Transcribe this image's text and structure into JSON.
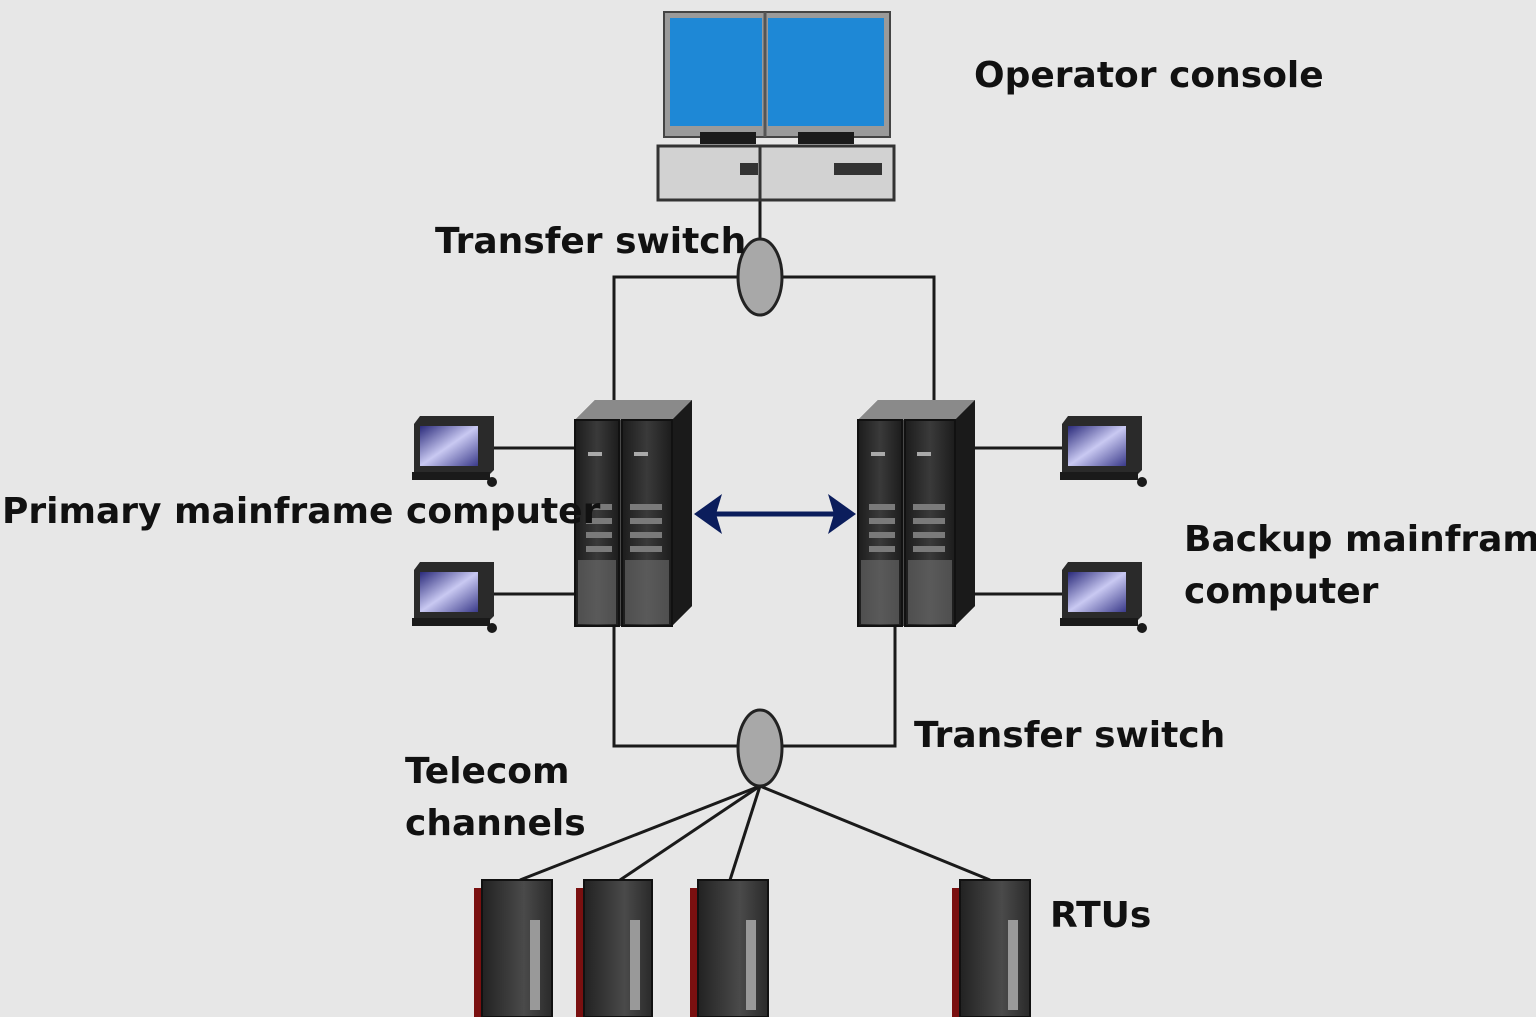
{
  "labels": {
    "operator_console": "Operator console",
    "transfer_switch_top": "Transfer switch",
    "primary_mainframe": "Primary mainframe computer",
    "backup_mainframe_line1": "Backup mainframe",
    "backup_mainframe_line2": "computer",
    "transfer_switch_bottom": "Transfer switch",
    "telecom_line1": "Telecom",
    "telecom_line2": "channels",
    "rtus": "RTUs"
  },
  "colors": {
    "background": "#e7e7e7",
    "screen_blue": "#1e88d6",
    "switch_fill": "#a8a8a8",
    "line": "#1a1a1a",
    "sync_arrow": "#0b1d5c",
    "server_body": "#2b2b2b",
    "rtu_accent": "#7a1010"
  },
  "icons": [
    "monitor-icon",
    "console-base-icon",
    "switch-node-icon",
    "server-rack-icon",
    "terminal-icon",
    "rtu-cabinet-icon",
    "bidirectional-arrow-icon"
  ]
}
